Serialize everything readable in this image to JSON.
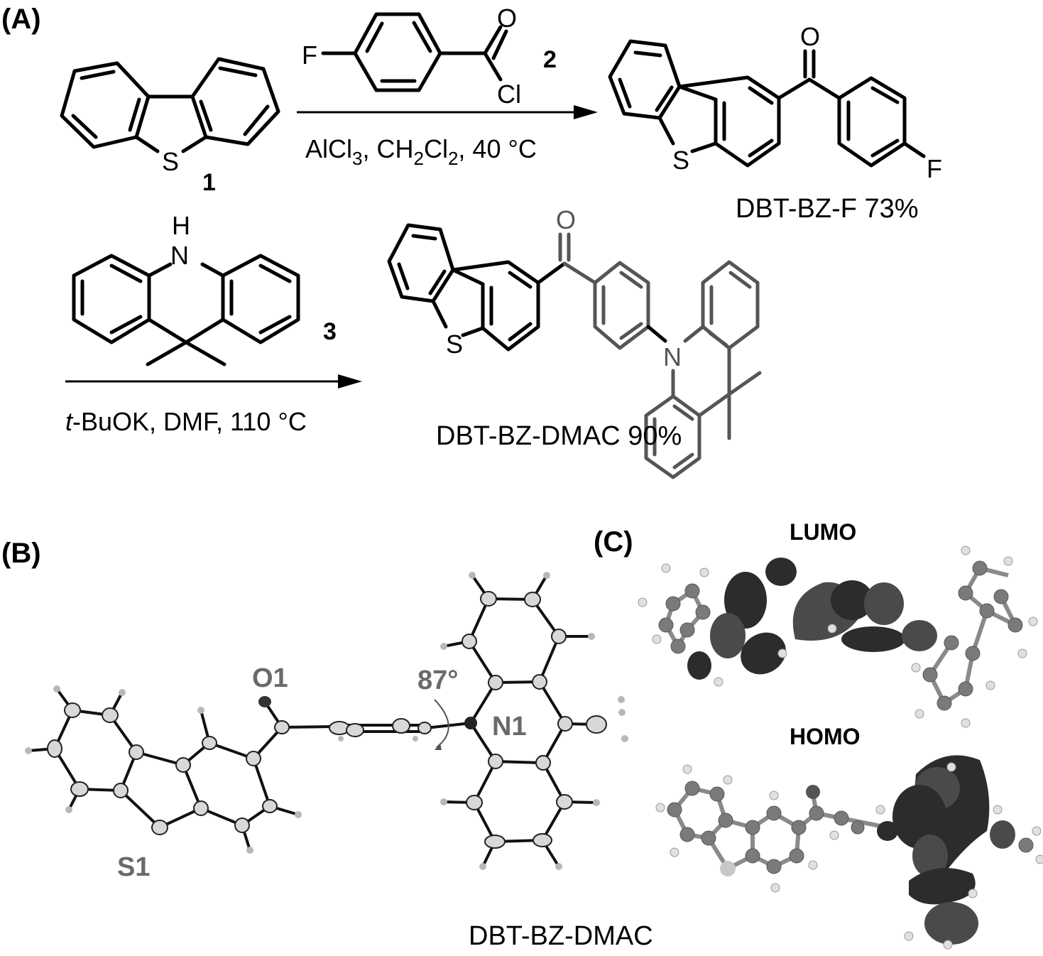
{
  "panels": {
    "a_label": "(A)",
    "b_label": "(B)",
    "c_label": "(C)"
  },
  "scheme": {
    "compound1": {
      "number": "1",
      "atom_S": "S"
    },
    "compound2": {
      "number": "2",
      "atom_F": "F",
      "atom_O": "O",
      "atom_Cl": "Cl"
    },
    "step1_conditions": {
      "text_parts": [
        "AlCl",
        "3",
        ", CH",
        "2",
        "Cl",
        "2",
        ", 40 °C"
      ]
    },
    "product1": {
      "atom_S": "S",
      "atom_O": "O",
      "atom_F": "F",
      "label": "DBT-BZ-F 73%"
    },
    "compound3": {
      "number": "3",
      "atom_N": "N",
      "atom_H": "H"
    },
    "step2_conditions": {
      "italic": "t",
      "rest": "-BuOK, DMF, 110 °C"
    },
    "product2": {
      "atom_S": "S",
      "atom_O": "O",
      "atom_N": "N",
      "label": "DBT-BZ-DMAC 90%"
    }
  },
  "crystal": {
    "labels": {
      "o1": "O1",
      "s1": "S1",
      "n1": "N1",
      "angle": "87°"
    },
    "caption": "DBT-BZ-DMAC"
  },
  "orbitals": {
    "lumo_title": "LUMO",
    "homo_title": "HOMO"
  },
  "colors": {
    "ink": "#000000",
    "grey_text": "#6a6a6a",
    "lobe": "#2c2c2c",
    "ball": "#7a7a7a"
  }
}
